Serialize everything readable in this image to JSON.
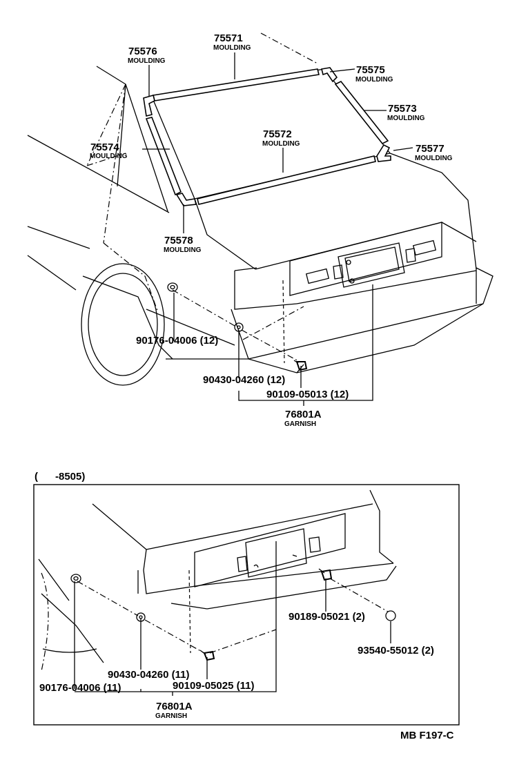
{
  "upper": {
    "labels": [
      {
        "key": "m71",
        "number": "75571",
        "name": "MOULDING"
      },
      {
        "key": "m76",
        "number": "75576",
        "name": "MOULDING"
      },
      {
        "key": "m75",
        "number": "75575",
        "name": "MOULDING"
      },
      {
        "key": "m73",
        "number": "75573",
        "name": "MOULDING"
      },
      {
        "key": "m72",
        "number": "75572",
        "name": "MOULDING"
      },
      {
        "key": "m74",
        "number": "75574",
        "name": "MOULDING"
      },
      {
        "key": "m77",
        "number": "75577",
        "name": "MOULDING"
      },
      {
        "key": "m78",
        "number": "75578",
        "name": "MOULDING"
      }
    ],
    "fasteners": [
      {
        "key": "f1",
        "text": "90176-04006 (12)"
      },
      {
        "key": "f2",
        "text": "90430-04260 (12)"
      },
      {
        "key": "f3",
        "text": "90109-05013 (12)"
      }
    ],
    "garnish": {
      "number": "76801A",
      "name": "GARNISH"
    }
  },
  "lower": {
    "date_range": "(      -8505)",
    "fasteners": [
      {
        "key": "g1",
        "text": "90189-05021 (2)"
      },
      {
        "key": "g2",
        "text": "93540-55012 (2)"
      },
      {
        "key": "g3",
        "text": "90430-04260 (11)"
      },
      {
        "key": "g4",
        "text": "90176-04006 (11)"
      },
      {
        "key": "g5",
        "text": "90109-05025 (11)"
      }
    ],
    "garnish": {
      "number": "76801A",
      "name": "GARNISH"
    }
  },
  "footer": {
    "code": "MB F197-C"
  }
}
